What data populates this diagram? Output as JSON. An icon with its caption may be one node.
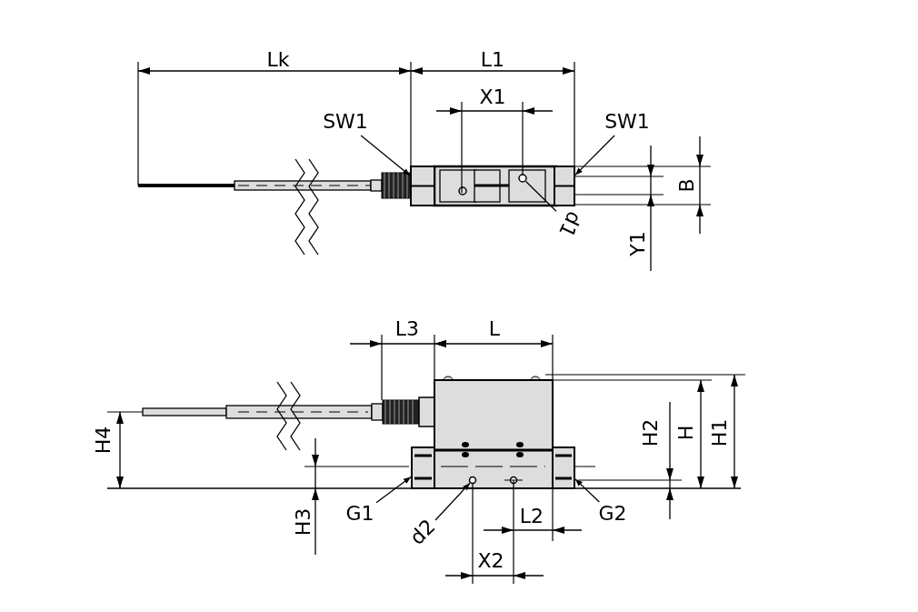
{
  "diagram": {
    "nodes": [
      {
        "text": [
          "SW1"
        ]
      },
      {
        "text": [
          "SW1"
        ]
      },
      {
        "text": [],
        "shape": "box"
      },
      {
        "text": [],
        "shape": "box"
      },
      {
        "text": [
          "d1"
        ]
      },
      {
        "text": [],
        "shape": "circle"
      },
      {
        "text": [
          "G1"
        ]
      },
      {
        "text": [
          "d2"
        ]
      },
      {
        "text": [
          "G2"
        ]
      },
      {
        "text": [],
        "shape": "box"
      },
      {
        "text": [],
        "shape": "circle"
      },
      {
        "text": [],
        "shape": "box"
      }
    ],
    "edges": [
      {
        "from": 0,
        "to": 2,
        "arrow": "to"
      },
      {
        "from": 1,
        "to": 3,
        "arrow": "to"
      },
      {
        "from": 4,
        "to": 5,
        "arrow": "none"
      },
      {
        "from": 6,
        "to": 9,
        "arrow": "to"
      },
      {
        "from": 7,
        "to": 10,
        "arrow": "to"
      },
      {
        "from": 8,
        "to": 11,
        "arrow": "to"
      }
    ],
    "labels": [
      "Lk",
      "L1",
      "X1",
      "B",
      "Y1",
      "L3",
      "L",
      "H2",
      "H",
      "H1",
      "H4",
      "H3",
      "L2",
      "X2"
    ]
  }
}
